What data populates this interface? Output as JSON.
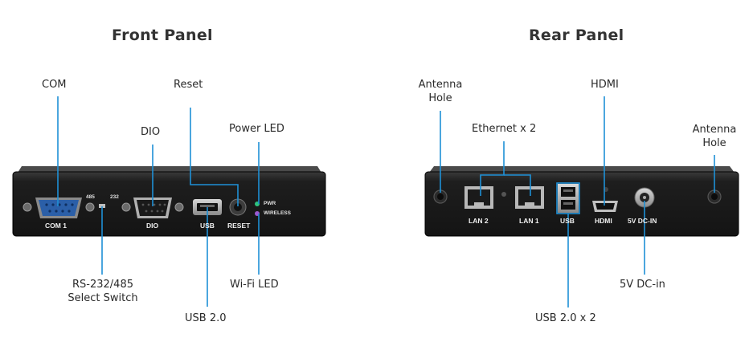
{
  "front": {
    "title": "Front Panel",
    "callouts": {
      "com": "COM",
      "dio": "DIO",
      "reset": "Reset",
      "power_led": "Power LED",
      "rs_switch_line1": "RS-232/485",
      "rs_switch_line2": "Select Switch",
      "wifi_led": "Wi-Fi LED",
      "usb": "USB 2.0"
    },
    "printed": {
      "com1": "COM 1",
      "sw485": "485",
      "sw232": "232",
      "dio": "DIO",
      "usb": "USB",
      "reset": "RESET",
      "pwr": "PWR",
      "wireless": "WIRELESS"
    }
  },
  "rear": {
    "title": "Rear Panel",
    "callouts": {
      "antenna_left_line1": "Antenna",
      "antenna_left_line2": "Hole",
      "ethernet": "Ethernet x 2",
      "hdmi": "HDMI",
      "antenna_right_line1": "Antenna",
      "antenna_right_line2": "Hole",
      "usb": "USB 2.0 x 2",
      "dc_in": "5V DC-in"
    },
    "printed": {
      "lan2": "LAN 2",
      "lan1": "LAN 1",
      "usb": "USB",
      "hdmi": "HDMI",
      "dc_in": "5V DC-IN"
    }
  },
  "colors": {
    "callout_line": "#1e90d6",
    "panel_body": "#1c1c1c",
    "pwr_led": "#2ec27e",
    "wireless_led": "#9b59d0"
  }
}
